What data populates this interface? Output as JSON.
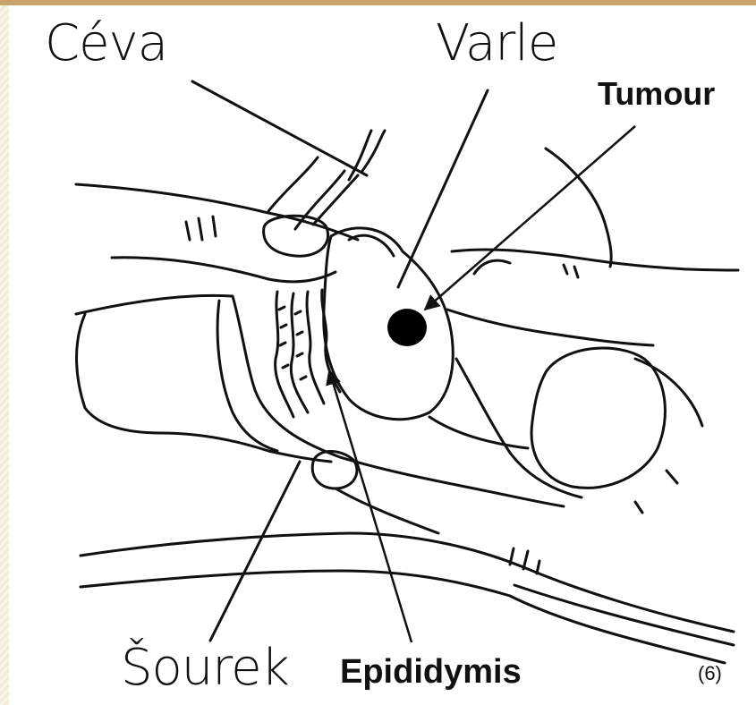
{
  "labels": {
    "vessel": "Céva",
    "testis": "Varle",
    "tumour": "Tumour",
    "scrotum": "Šourek",
    "epididymis": "Epididymis",
    "reference": "(6)"
  },
  "colors": {
    "frame_top": "#c9a36b",
    "line": "#111111"
  }
}
